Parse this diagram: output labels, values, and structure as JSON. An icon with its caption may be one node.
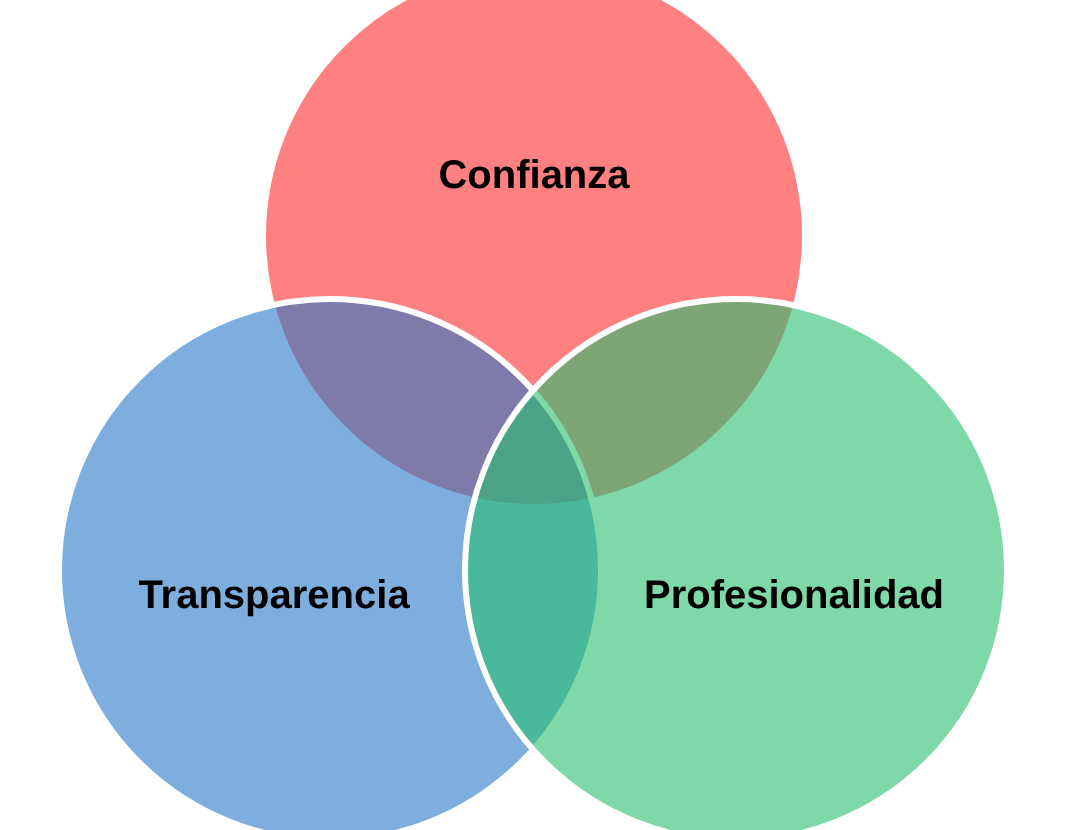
{
  "diagram": {
    "nodes": [
      {
        "text": [
          "Confianza"
        ]
      },
      {
        "text": [
          "Transparencia"
        ]
      },
      {
        "text": [
          "Profesionalidad"
        ]
      }
    ]
  }
}
